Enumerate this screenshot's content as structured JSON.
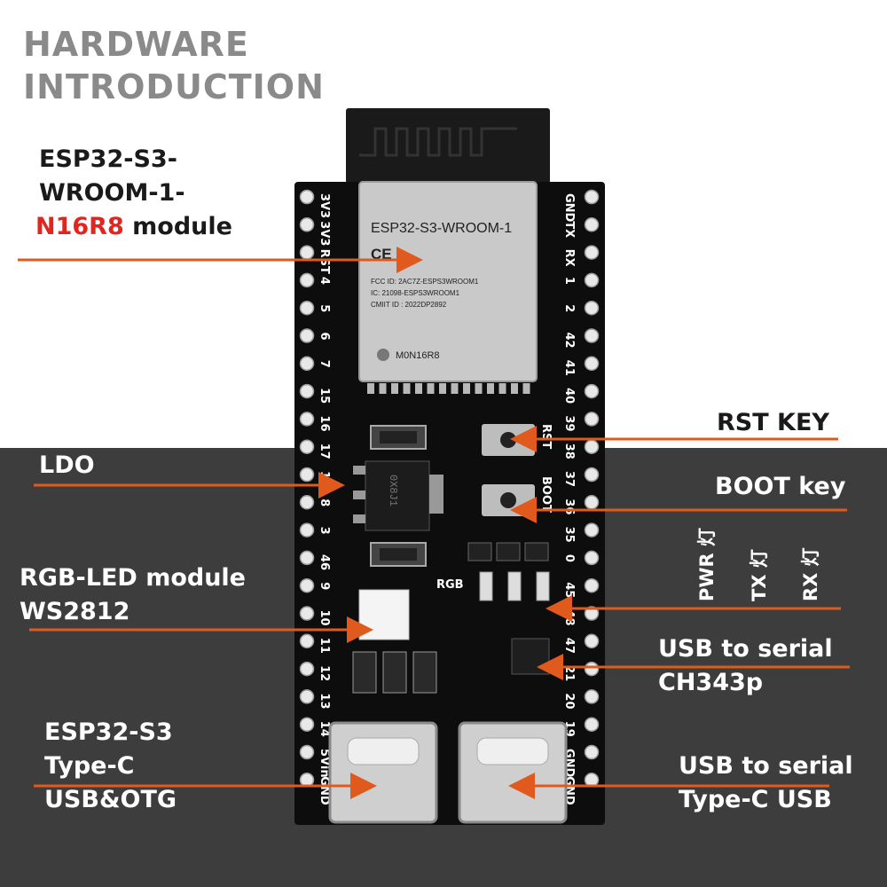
{
  "title": {
    "line1": "HARDWARE",
    "line2": "INTRODUCTION"
  },
  "labels": {
    "module_l1": "ESP32-S3-",
    "module_l2": "WROOM-1-",
    "module_red": "N16R8",
    "module_rest": " module",
    "rst": "RST KEY",
    "ldo": "LDO",
    "boot": "BOOT key",
    "rgb_l1": "RGB-LED module",
    "rgb_l2": "WS2812",
    "ch343_l1": "USB to serial",
    "ch343_l2": "CH343p",
    "typec_l1": "ESP32-S3",
    "typec_l2": "Type-C",
    "typec_l3": "USB&OTG",
    "usbc_l1": "USB to serial",
    "usbc_l2": "Type-C USB",
    "pwr": "PWR 灯",
    "tx": "TX 灯",
    "rx": "RX 灯"
  },
  "board": {
    "module_name": "ESP32-S3-WROOM-1",
    "ce": "CE",
    "fcc": "FCC ID: 2AC7Z-ESPS3WROOM1",
    "ic": "IC: 21098-ESPS3WROOM1",
    "cmiit": "CMIIT ID : 2022DP2892",
    "model": "M0N16R8",
    "rst_silk": "RST",
    "boot_silk": "BOOT",
    "rgb_silk": "RGB",
    "ldo_marking": "0X8J1"
  },
  "pins_left": [
    "3V3",
    "3V3",
    "RST",
    "4",
    "5",
    "6",
    "7",
    "15",
    "16",
    "17",
    "18",
    "8",
    "3",
    "46",
    "9",
    "10",
    "11",
    "12",
    "13",
    "14",
    "5Vin",
    "GND"
  ],
  "pins_right": [
    "GND",
    "TX",
    "RX",
    "1",
    "2",
    "42",
    "41",
    "40",
    "39",
    "38",
    "37",
    "36",
    "35",
    "0",
    "45",
    "48",
    "47",
    "21",
    "20",
    "19",
    "GND",
    "GND"
  ],
  "colors": {
    "arrow": "#e05a1e",
    "board": "#0d0d0d",
    "dark_bg": "#3d3d3d",
    "module": "#c9c9c9"
  }
}
